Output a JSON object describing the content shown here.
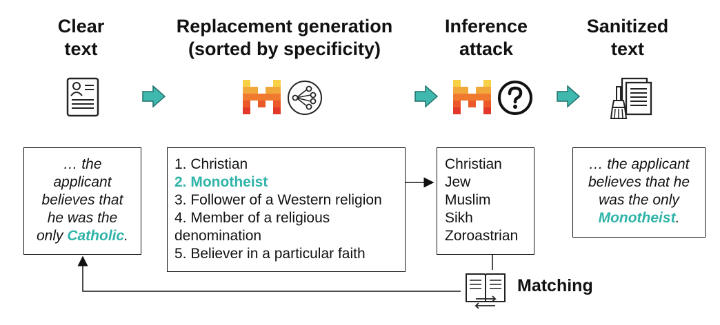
{
  "headings": {
    "clear_text": [
      "Clear",
      "text"
    ],
    "replacement": [
      "Replacement generation",
      "(sorted by specificity)"
    ],
    "inference": [
      "Inference",
      "attack"
    ],
    "sanitized": [
      "Sanitized",
      "text"
    ]
  },
  "clear_box": {
    "lines": [
      "… the",
      "applicant",
      "believes that",
      "he was the"
    ],
    "last_prefix": "only ",
    "highlight": "Catholic",
    "suffix": "."
  },
  "replacements": {
    "items": [
      "1. Christian",
      "2. Monotheist",
      "3. Follower of a Western religion",
      "4. Member of a religious",
      "denomination",
      "5. Believer in a particular faith"
    ]
  },
  "inference_list": {
    "items": [
      "Christian",
      "Jew",
      "Muslim",
      "Sikh",
      "Zoroastrian"
    ]
  },
  "sanitized_box": {
    "lines": [
      "… the applicant",
      "believes that he",
      "was the only"
    ],
    "highlight": "Monotheist",
    "suffix": "."
  },
  "matching_label": "Matching",
  "icons": {
    "document": "person-document-icon",
    "model": "mistral-logo-icon",
    "network": "branching-network-icon",
    "question": "question-mark-icon",
    "cleaning": "broom-document-icon",
    "matching": "book-exchange-icon"
  },
  "colors": {
    "accent": "#2fb3a8",
    "arrow": "#3fb8ad",
    "logo_yellow": "#f7d046",
    "logo_orange": "#f2a73b",
    "logo_red": "#ee792f",
    "logo_deep_red": "#e3392b"
  }
}
